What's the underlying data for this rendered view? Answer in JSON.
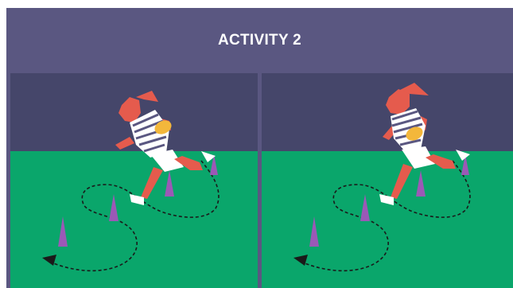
{
  "activity_title": "ACTIVITY 2",
  "panels": [
    {
      "name": "left-drill-panel"
    },
    {
      "name": "right-drill-panel"
    }
  ],
  "colors": {
    "frame": "#5a5781",
    "sky": "#45466a",
    "grass": "#0aa66b",
    "cone": "#9b59b6",
    "player_skin": "#e55b4d",
    "ball": "#f3b73b",
    "path": "#1a1a1a"
  },
  "icons": [
    "player-running-icon",
    "rugby-ball-icon",
    "cone-icon",
    "dashed-path-arrow-icon"
  ]
}
